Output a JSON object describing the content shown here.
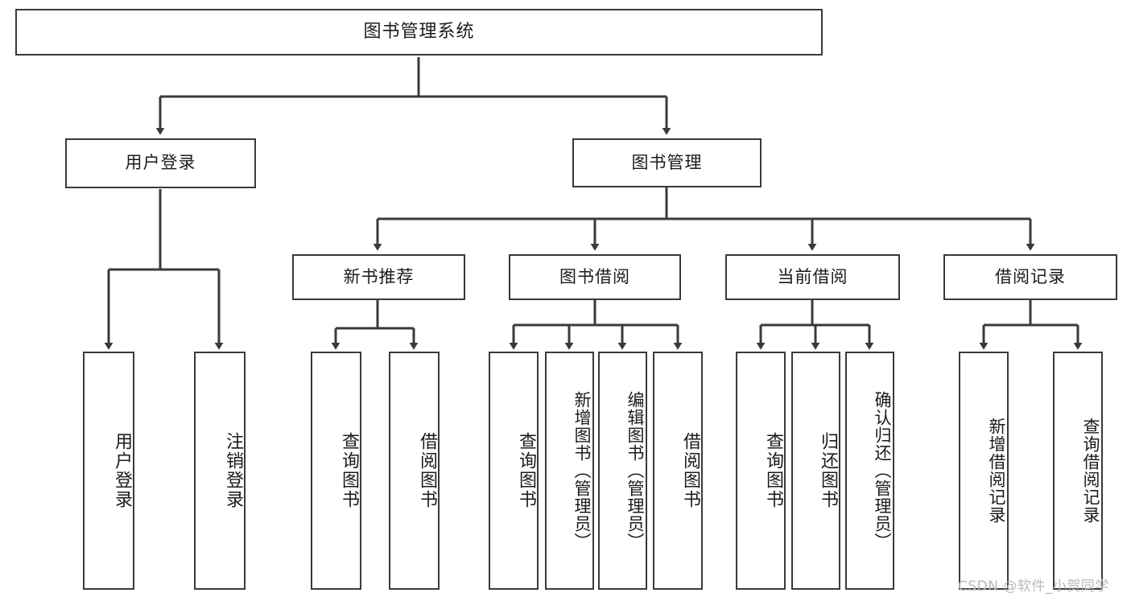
{
  "diagram": {
    "title": "图书管理系统",
    "type": "tree",
    "colors": {
      "background": "#ffffff",
      "box_border": "#3a3a3a",
      "edge": "#3a3a3a",
      "text": "#1b1b1b",
      "watermark": "#b9b9b9"
    },
    "watermark": "CSDN @软件_小贺同学",
    "nodes": {
      "root": "图书管理系统",
      "level1": [
        {
          "label": "用户登录"
        },
        {
          "label": "图书管理"
        }
      ],
      "level2": [
        {
          "label": "新书推荐"
        },
        {
          "label": "图书借阅"
        },
        {
          "label": "当前借阅"
        },
        {
          "label": "借阅记录"
        }
      ],
      "leaves": {
        "user_login": [
          {
            "label": "用户登录"
          },
          {
            "label": "注销登录"
          }
        ],
        "new_book_recommend": [
          {
            "label": "查询图书"
          },
          {
            "label": "借阅图书"
          }
        ],
        "book_borrow": [
          {
            "label": "查询图书"
          },
          {
            "label": "新增图书（管理员）"
          },
          {
            "label": "编辑图书（管理员）"
          },
          {
            "label": "借阅图书"
          }
        ],
        "current_borrow": [
          {
            "label": "查询图书"
          },
          {
            "label": "归还图书"
          },
          {
            "label": "确认归还（管理员）"
          }
        ],
        "borrow_record": [
          {
            "label": "新增借阅记录"
          },
          {
            "label": "查询借阅记录"
          }
        ]
      }
    }
  }
}
